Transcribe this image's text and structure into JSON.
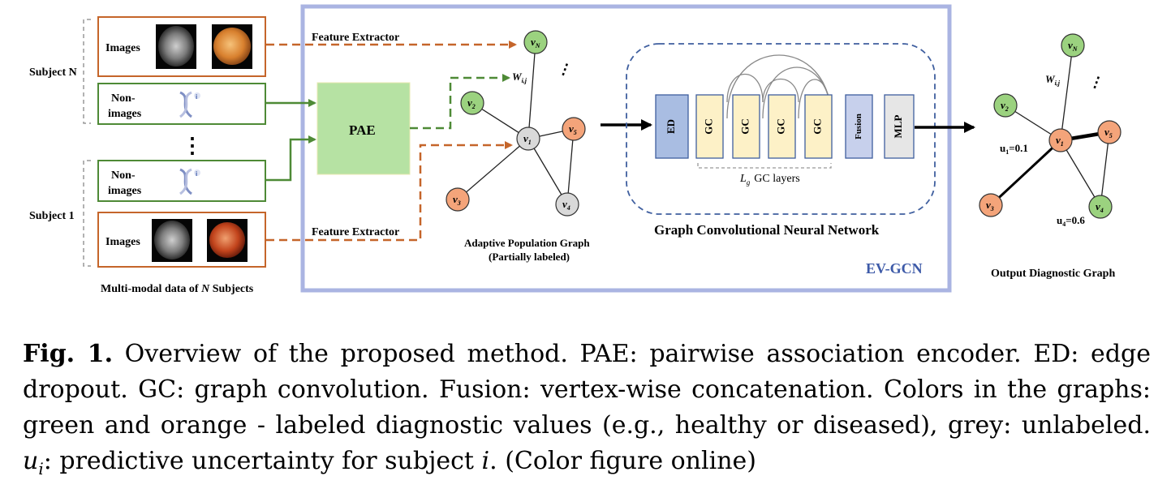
{
  "inputs": {
    "subject_n_label": "Subject N",
    "subject_1_label": "Subject 1",
    "images_label": "Images",
    "nonimages_line1": "Non-",
    "nonimages_line2": "images",
    "vertical_dots": "⋮",
    "caption_prefix": "Multi-modal data of ",
    "caption_var": "N",
    "caption_suffix": " Subjects"
  },
  "feature_extractor_label": "Feature Extractor",
  "pae_label": "PAE",
  "population_graph": {
    "title_line1": "Adaptive Population Graph",
    "title_line2": "(Partially labeled)",
    "weight_label": "W",
    "weight_sub": "i,j",
    "nodes": [
      {
        "id": "vN",
        "base": "v",
        "sub": "N",
        "color": "#9bd27f"
      },
      {
        "id": "v2",
        "base": "v",
        "sub": "2",
        "color": "#9bd27f"
      },
      {
        "id": "v1",
        "base": "v",
        "sub": "1",
        "color": "#d9d9d9"
      },
      {
        "id": "v5",
        "base": "v",
        "sub": "5",
        "color": "#f4a47a"
      },
      {
        "id": "v3",
        "base": "v",
        "sub": "3",
        "color": "#f4a47a"
      },
      {
        "id": "v4",
        "base": "v",
        "sub": "4",
        "color": "#d9d9d9"
      }
    ]
  },
  "gcn": {
    "title": "Graph Convolutional Neural Network",
    "blocks": [
      "ED",
      "GC",
      "GC",
      "GC",
      "GC",
      "Fusion",
      "MLP"
    ],
    "layers_label_var": "L",
    "layers_label_sub": "g",
    "layers_label_text": "GC layers",
    "framework_name": "EV-GCN"
  },
  "output_graph": {
    "title": "Output Diagnostic Graph",
    "weight_label": "W",
    "weight_sub": "i,j",
    "u1_label": "u",
    "u1_sub": "1",
    "u1_value": "=0.1",
    "u4_label": "u",
    "u4_sub": "4",
    "u4_value": "=0.6",
    "nodes": [
      {
        "id": "vN",
        "base": "v",
        "sub": "N",
        "color": "#9bd27f"
      },
      {
        "id": "v2",
        "base": "v",
        "sub": "2",
        "color": "#9bd27f"
      },
      {
        "id": "v1",
        "base": "v",
        "sub": "1",
        "color": "#f4a47a"
      },
      {
        "id": "v5",
        "base": "v",
        "sub": "5",
        "color": "#f4a47a"
      },
      {
        "id": "v3",
        "base": "v",
        "sub": "3",
        "color": "#f4a47a"
      },
      {
        "id": "v4",
        "base": "v",
        "sub": "4",
        "color": "#9bd27f"
      }
    ]
  },
  "colors": {
    "input_orange": "#c5652a",
    "input_green": "#4e8a36",
    "pae_fill": "#b6e2a3",
    "framework_border": "#aab4e2",
    "gcn_dash": "#3f5f9f",
    "ed_fill": "#a9bde2",
    "gc_fill": "#fdf1c7",
    "fusion_fill": "#c7d0ec",
    "mlp_fill": "#e6e6e6",
    "evgcn_text": "#3d5aa8"
  },
  "caption": {
    "label": "Fig. 1.",
    "text_1": " Overview of the proposed method. PAE: pairwise association encoder. ED: edge dropout. GC: graph convolution. Fusion: vertex-wise concatenation. Colors in the graphs: green and orange - labeled diagnostic values (e.g., healthy or diseased), grey: unlabeled. ",
    "math_u": "u",
    "math_sub": "i",
    "text_2": ": predictive uncertainty for subject ",
    "math_i": "i",
    "text_3": ". (Color figure online)"
  }
}
